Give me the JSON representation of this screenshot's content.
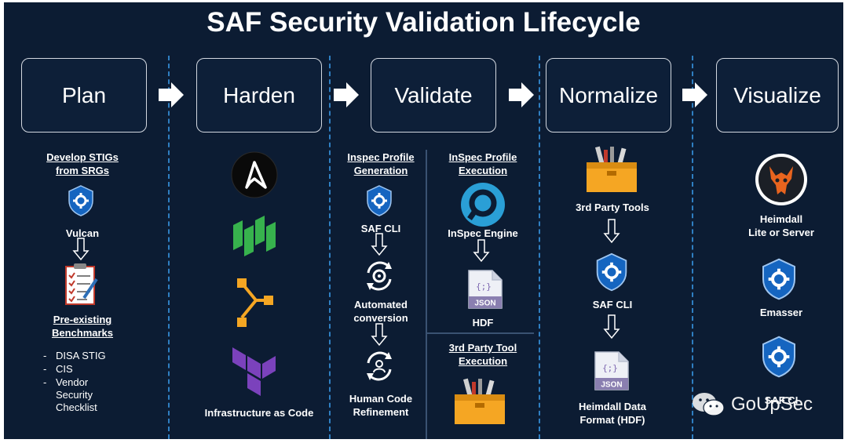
{
  "title": "SAF Security Validation Lifecycle",
  "phases": [
    "Plan",
    "Harden",
    "Validate",
    "Normalize",
    "Visualize"
  ],
  "plan": {
    "heading": "Develop STIGs\nfrom SRGs",
    "tool": "Vulcan",
    "heading2": "Pre-existing\nBenchmarks",
    "bullets": [
      "DISA STIG",
      "CIS",
      "Vendor\nSecurity\nChecklist"
    ]
  },
  "harden": {
    "caption": "Infrastructure as Code"
  },
  "validate": {
    "col1_heading": "Inspec Profile\nGeneration",
    "col1_tool": "SAF CLI",
    "col1_step2": "Automated\nconversion",
    "col1_step3": "Human Code\nRefinement",
    "col2_heading": "InSpec Profile\nExecution",
    "col2_tool": "InSpec Engine",
    "col2_output": "HDF",
    "col2_heading2": "3rd Party Tool\nExecution",
    "json_label": "JSON"
  },
  "normalize": {
    "tools": "3rd Party Tools",
    "cli": "SAF CLI",
    "format": "Heimdall Data\nFormat (HDF)",
    "json_label": "JSON"
  },
  "visualize": {
    "heimdall": "Heimdall\nLite or Server",
    "emasser": "Emasser",
    "safci": "SAF CI"
  },
  "watermark": "GoUpSec",
  "colors": {
    "background": "#0c1c33",
    "divider": "#2f7fc2",
    "shield": "#1565c0",
    "terraform": "#7b42bc",
    "pipeline": "#37b24d",
    "orange_block": "#f5a623"
  }
}
